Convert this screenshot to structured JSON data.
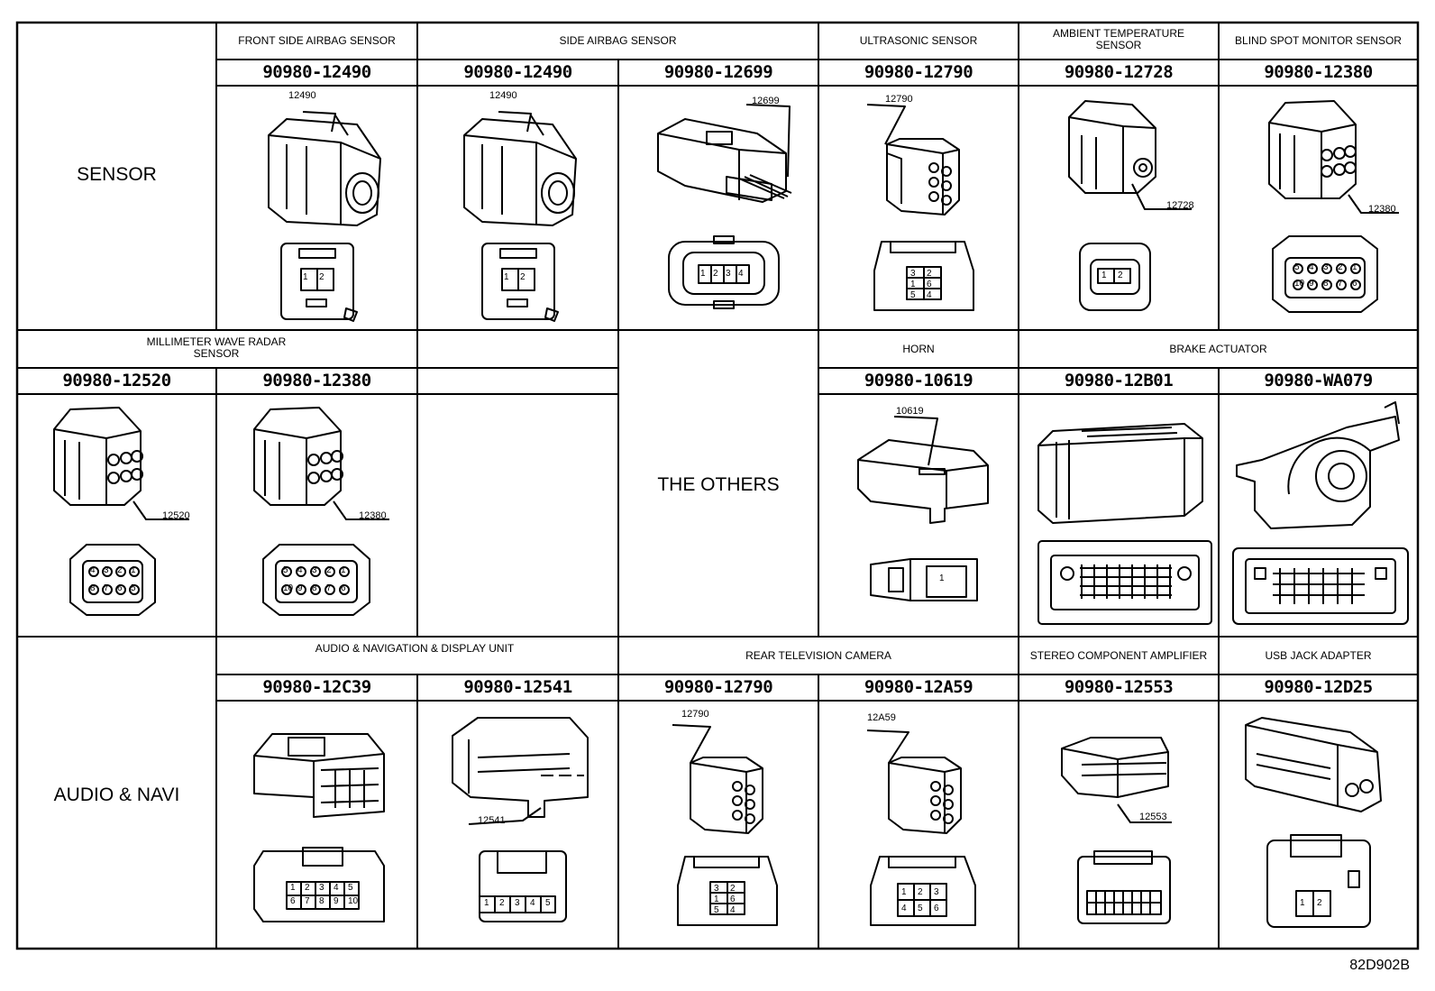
{
  "groups": {
    "sensor": "SENSOR",
    "others": "THE OTHERS",
    "audio": "AUDIO & NAVI"
  },
  "headers": {
    "front_side_airbag": "FRONT SIDE AIRBAG SENSOR",
    "side_airbag": "SIDE AIRBAG SENSOR",
    "ultrasonic": "ULTRASONIC SENSOR",
    "ambient_temp": "AMBIENT TEMPERATURE SENSOR",
    "blind_spot": "BLIND SPOT MONITOR SENSOR",
    "mmw_radar": "MILLIMETER WAVE RADAR SENSOR",
    "horn": "HORN",
    "brake_actuator": "BRAKE ACTUATOR",
    "audio_nav_display": "AUDIO & NAVIGATION & DISPLAY UNIT",
    "rear_tv_camera": "REAR TELEVISION CAMERA",
    "stereo_amp": "STEREO COMPONENT AMPLIFIER",
    "usb_jack": "USB JACK ADAPTER"
  },
  "connectors": {
    "r1c1": {
      "part": "90980-12490",
      "callout": "12490",
      "pins": [
        "1",
        "2"
      ]
    },
    "r1c2": {
      "part": "90980-12490",
      "callout": "12490",
      "pins": [
        "1",
        "2"
      ]
    },
    "r1c3": {
      "part": "90980-12699",
      "callout": "12699",
      "pins": [
        "1",
        "2",
        "3",
        "4"
      ]
    },
    "r1c4": {
      "part": "90980-12790",
      "callout": "12790",
      "pins": [
        "3",
        "2",
        "1",
        "6",
        "5",
        "4"
      ]
    },
    "r1c5": {
      "part": "90980-12728",
      "callout": "12728",
      "pins": [
        "1",
        "2"
      ]
    },
    "r1c6": {
      "part": "90980-12380",
      "callout": "12380",
      "pins": [
        "5",
        "4",
        "3",
        "2",
        "1",
        "10",
        "9",
        "8",
        "7",
        "6"
      ]
    },
    "r2c1": {
      "part": "90980-12520",
      "callout": "12520",
      "pins": [
        "4",
        "3",
        "2",
        "1",
        "8",
        "7",
        "6",
        "5"
      ]
    },
    "r2c2": {
      "part": "90980-12380",
      "callout": "12380",
      "pins": [
        "5",
        "4",
        "3",
        "2",
        "1",
        "10",
        "9",
        "8",
        "7",
        "6"
      ]
    },
    "r2c5": {
      "part": "90980-10619",
      "callout": "10619",
      "pins": [
        "1"
      ]
    },
    "r2c6": {
      "part": "90980-12B01"
    },
    "r2c7": {
      "part": "90980-WA079"
    },
    "r3c2": {
      "part": "90980-12C39",
      "pins": [
        "1",
        "2",
        "3",
        "4",
        "5",
        "6",
        "7",
        "8",
        "9",
        "10"
      ]
    },
    "r3c3": {
      "part": "90980-12541",
      "callout": "12541",
      "pins": [
        "1",
        "2",
        "3",
        "4",
        "5"
      ]
    },
    "r3c4": {
      "part": "90980-12790",
      "callout": "12790",
      "pins": [
        "3",
        "2",
        "1",
        "6",
        "5",
        "4"
      ]
    },
    "r3c5": {
      "part": "90980-12A59",
      "callout": "12A59",
      "pins": [
        "1",
        "2",
        "3",
        "4",
        "5",
        "6"
      ]
    },
    "r3c6": {
      "part": "90980-12553",
      "callout": "12553"
    },
    "r3c7": {
      "part": "90980-12D25",
      "pins": [
        "1",
        "2"
      ]
    }
  },
  "figure_id": "82D902B"
}
